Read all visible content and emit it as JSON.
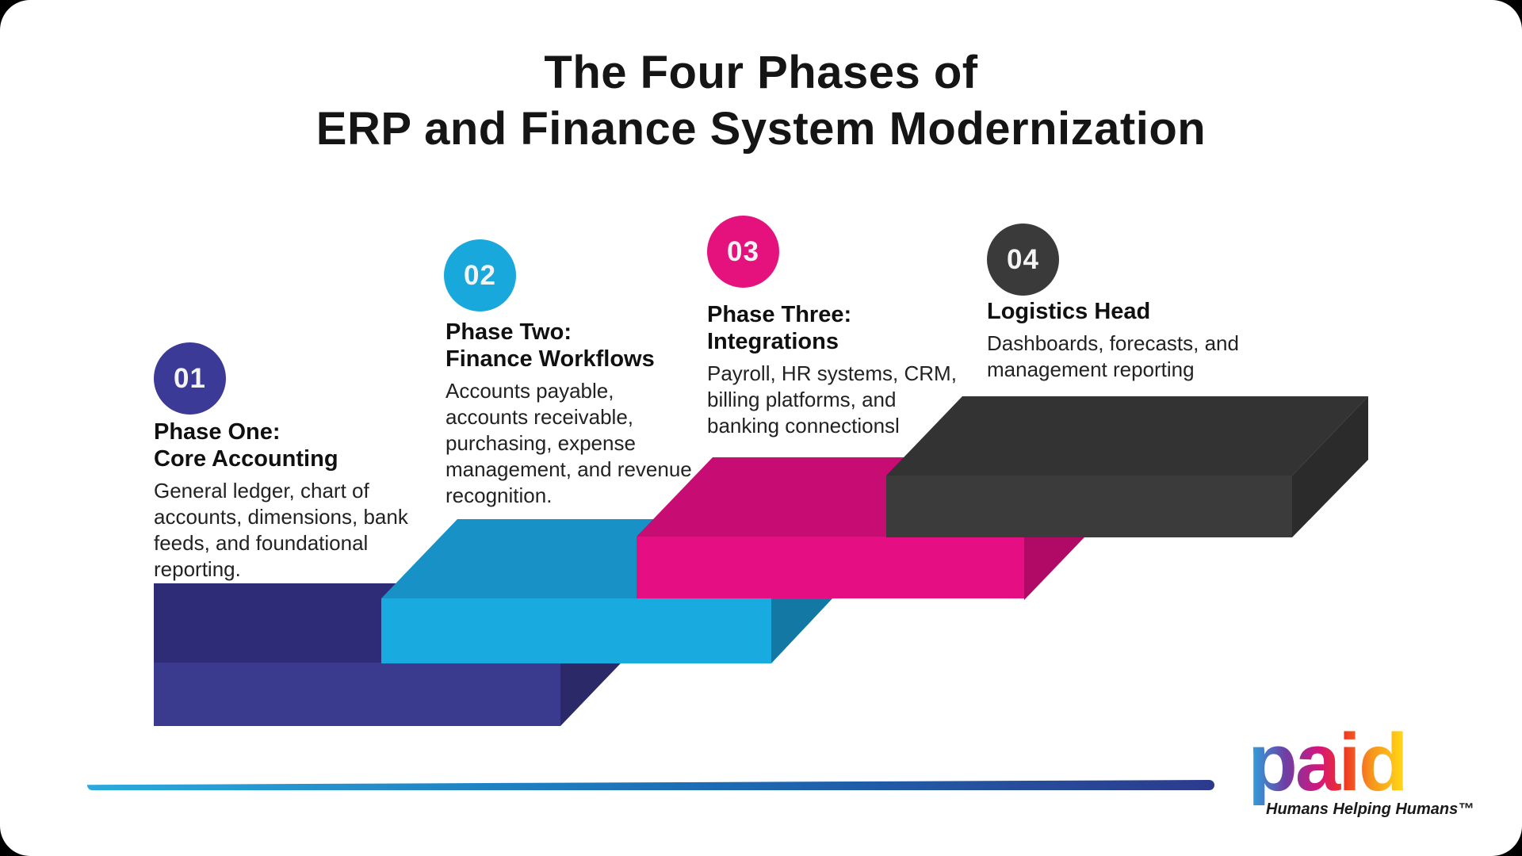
{
  "title": {
    "line1": "The Four Phases of",
    "line2": "ERP and Finance System Modernization"
  },
  "phases": [
    {
      "number": "01",
      "badge_color": "#3B3A96",
      "heading_lines": [
        "Phase One:",
        "Core Accounting"
      ],
      "desc_lines": [
        "General ledger, chart of",
        "accounts, dimensions, bank",
        "feeds, and foundational",
        "reporting."
      ]
    },
    {
      "number": "02",
      "badge_color": "#18A8DC",
      "heading_lines": [
        "Phase Two:",
        "Finance Workflows"
      ],
      "desc_lines": [
        "Accounts payable,",
        "accounts receivable,",
        "purchasing, expense",
        "management, and revenue",
        "recognition."
      ]
    },
    {
      "number": "03",
      "badge_color": "#E5127D",
      "heading_lines": [
        "Phase Three:",
        "Integrations"
      ],
      "desc_lines": [
        "Payroll, HR systems, CRM,",
        "billing platforms, and",
        "banking connectionsl"
      ]
    },
    {
      "number": "04",
      "badge_color": "#3A3A3A",
      "heading_lines": [
        "Logistics Head"
      ],
      "desc_lines": [
        "Dashboards, forecasts, and",
        "management reporting"
      ]
    }
  ],
  "staircase": {
    "steps": [
      {
        "name": "step-1-core-accounting",
        "front": "#3A3A8E",
        "top": "#2E2C77",
        "side": "#2B2968"
      },
      {
        "name": "step-2-finance-workflows",
        "front": "#19AADF",
        "top": "#1791C6",
        "side": "#1478A4"
      },
      {
        "name": "step-3-integrations",
        "front": "#E50E82",
        "top": "#C70C73",
        "side": "#B00A66"
      },
      {
        "name": "step-4-reporting",
        "front": "#3B3B3B",
        "top": "#333333",
        "side": "#2B2B2B"
      }
    ]
  },
  "footer": {
    "divider_gradient": [
      "#2BA9DC",
      "#1B6CB5",
      "#2D3A8C"
    ],
    "logo_text": "paid",
    "logo_gradient": [
      "#29ABE2",
      "#6E3FA3",
      "#D4157E",
      "#EE3124",
      "#F7941D",
      "#FFDE17"
    ],
    "tagline": "Humans Helping Humans™"
  }
}
